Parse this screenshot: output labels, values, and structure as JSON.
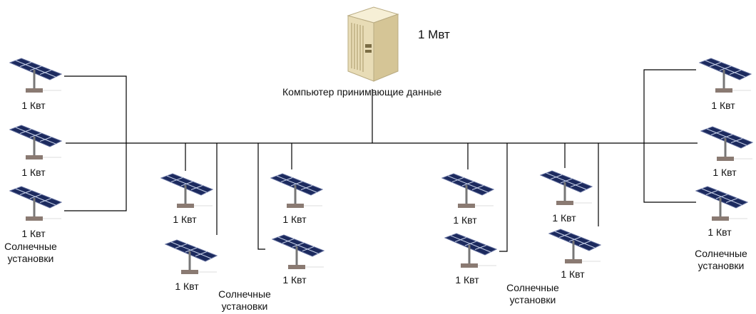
{
  "server": {
    "power_label": "1 Мвт",
    "caption": "Компьютер принимающие данные",
    "icon": "server-icon"
  },
  "panel_label": "1 Квт",
  "group_caption_line1": "Солнечные",
  "group_caption_line2": "установки",
  "groups": {
    "left": {
      "panels": [
        "1 Квт",
        "1 Квт",
        "1 Квт"
      ],
      "caption": [
        "Солнечные",
        "установки"
      ]
    },
    "center_left_a": {
      "panels": [
        "1 Квт",
        "1 Квт"
      ]
    },
    "center_left_b": {
      "panels": [
        "1 Квт",
        "1 Квт"
      ],
      "caption": [
        "Солнечные",
        "установки"
      ]
    },
    "center_right_a": {
      "panels": [
        "1 Квт",
        "1 Квт"
      ]
    },
    "center_right_b": {
      "panels": [
        "1 Квт",
        "1 Квт"
      ],
      "caption": [
        "Солнечные",
        "установки"
      ]
    },
    "right": {
      "panels": [
        "1 Квт",
        "1 Квт",
        "1 Квт"
      ],
      "caption": [
        "Солнечные",
        "установки"
      ]
    }
  },
  "colors": {
    "panel": "#1c2a5e",
    "panel_grid": "#c9d3ea",
    "line": "#000000",
    "server": "#efe3c0"
  }
}
